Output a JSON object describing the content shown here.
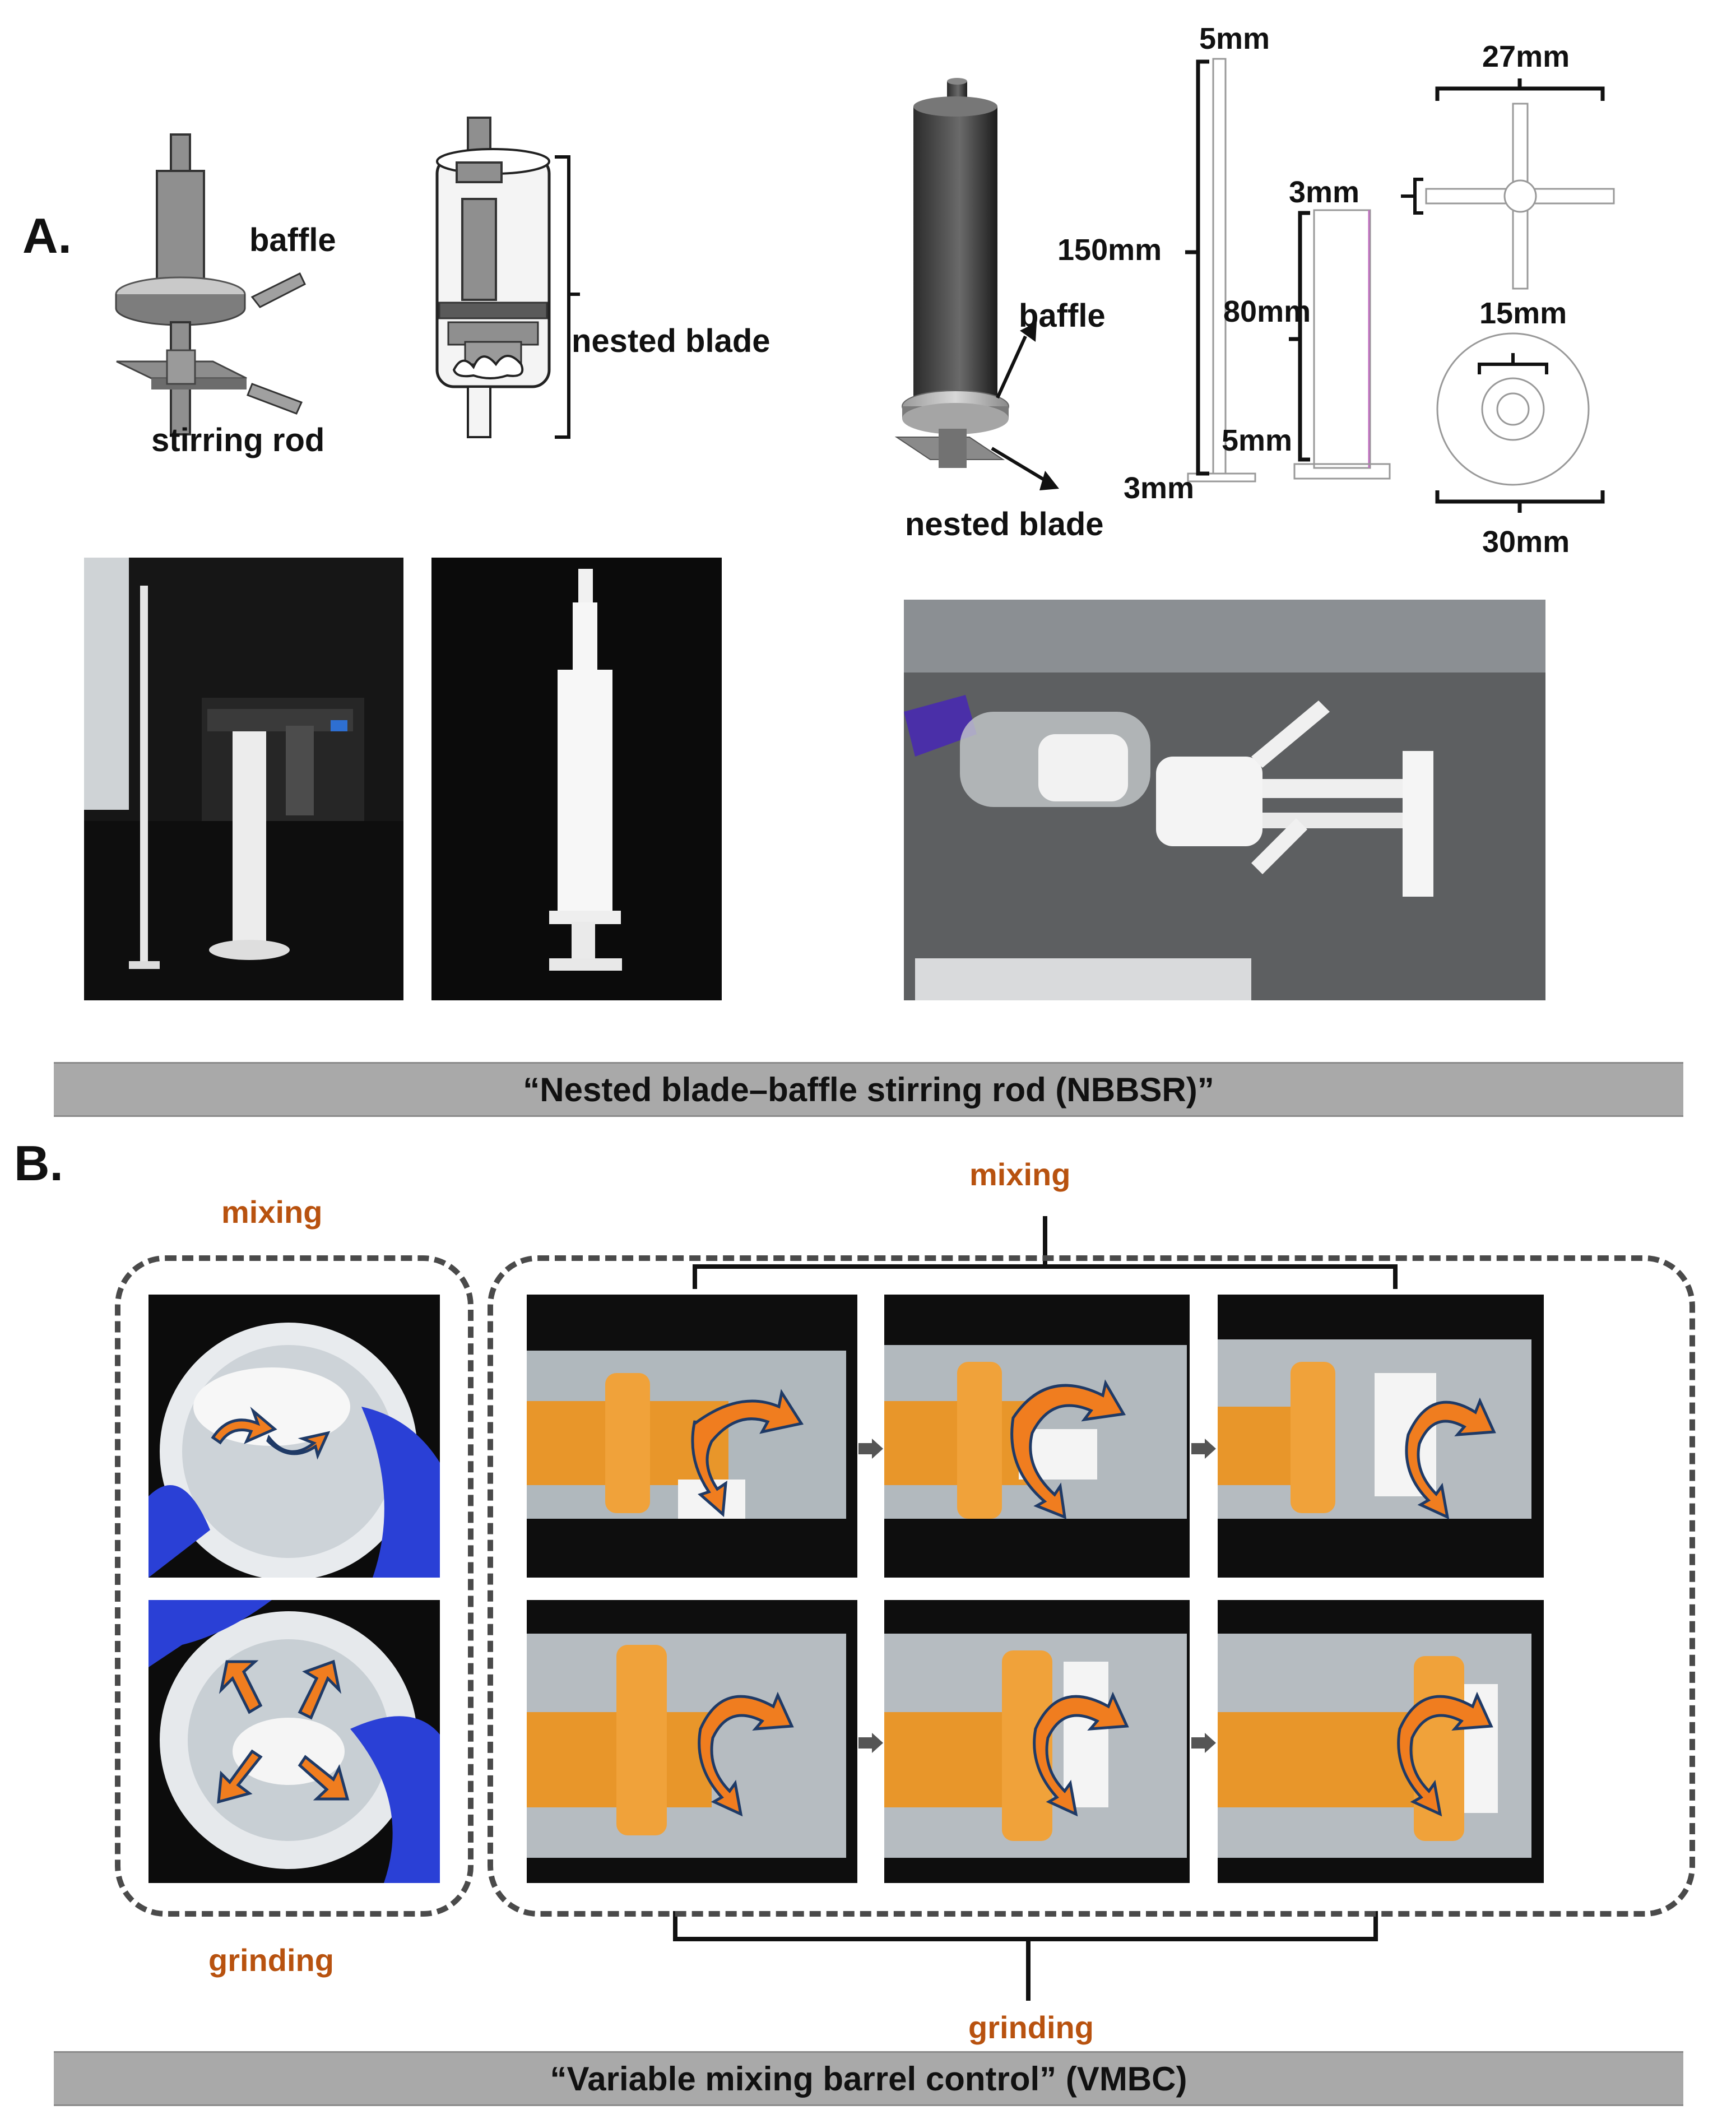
{
  "panel_a": {
    "letter": "A.",
    "labels": {
      "baffle": "baffle",
      "stirring_rod": "stirring rod",
      "nested_blade": "nested blade",
      "baffle_render": "baffle",
      "nested_blade_render": "nested blade"
    },
    "dimensions": {
      "d5mm_top": "5mm",
      "d150mm": "150mm",
      "d3mm_bottom": "3mm",
      "d80mm": "80mm",
      "d5mm_mid": "5mm",
      "d27mm": "27mm",
      "d3mm_right": "3mm",
      "d15mm": "15mm",
      "d30mm": "30mm"
    },
    "banner": "“Nested blade–baffle stirring rod (NBBSR)”"
  },
  "panel_b": {
    "letter": "B.",
    "mixing_left": "mixing",
    "grinding_left": "grinding",
    "mixing_right": "mixing",
    "grinding_right": "grinding",
    "banner": "“Variable mixing barrel control” (VMBC)"
  },
  "colors": {
    "arrow_orange": "#f07d1f",
    "arrow_outline": "#1f3a66",
    "glove_blue": "#2a40d6",
    "barrel_orange": "#e8962a",
    "banner_gray": "#a9a9a9"
  }
}
